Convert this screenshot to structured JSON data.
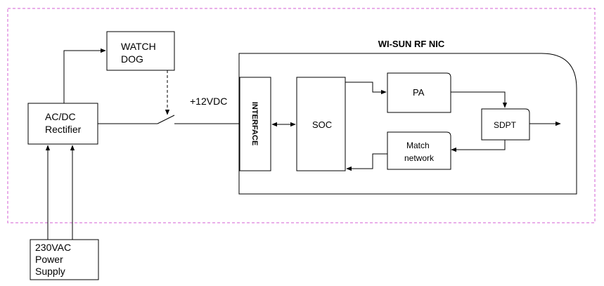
{
  "blocks": {
    "watchdog": [
      "WATCH",
      "DOG"
    ],
    "acdc": [
      "AC/DC",
      "Rectifier"
    ],
    "power_supply": [
      "230VAC",
      "Power",
      "Supply"
    ],
    "nic_title": "WI-SUN RF NIC",
    "interface": "INTERFACE",
    "soc": "SOC",
    "pa": "PA",
    "sdpt": "SDPT",
    "match": [
      "Match",
      "network"
    ]
  },
  "labels": {
    "voltage": "+12VDC"
  },
  "colors": {
    "boundary": "#d35fd3",
    "line": "#000000",
    "box_fill": "#ffffff"
  }
}
